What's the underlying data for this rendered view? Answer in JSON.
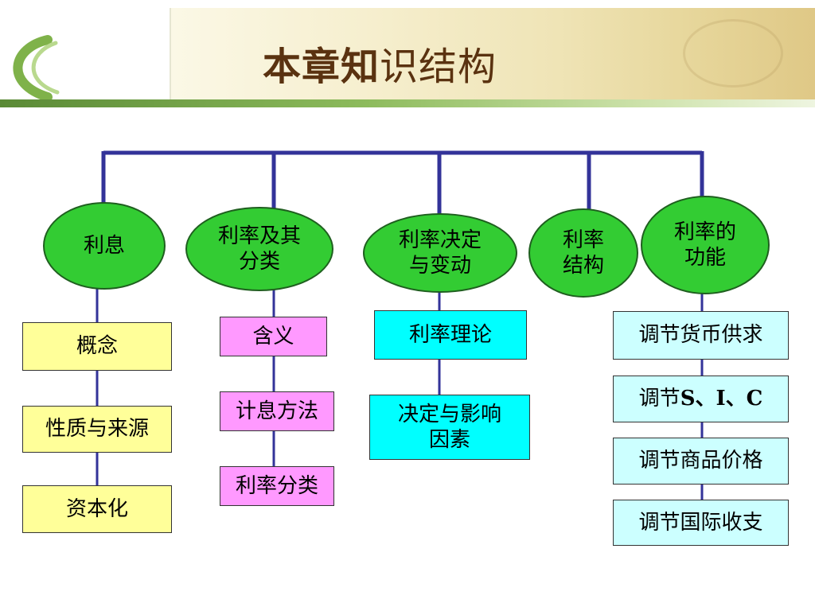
{
  "title": {
    "part1": "本章知",
    "part2": "识结构"
  },
  "categories": [
    {
      "label": "利息",
      "items": [
        "概念",
        "性质与来源",
        "资本化"
      ]
    },
    {
      "label": "利率及其分类",
      "line1": "利率及其",
      "line2": "分类",
      "items": [
        "含义",
        "计息方法",
        "利率分类"
      ]
    },
    {
      "label": "利率决定与变动",
      "line1": "利率决定",
      "line2": "与变动",
      "items": [
        "利率理论",
        "决定与影响因素"
      ],
      "item2_line1": "决定与影响",
      "item2_line2": "因素"
    },
    {
      "label": "利率结构",
      "line1": "利率",
      "line2": "结构",
      "items": []
    },
    {
      "label": "利率的功能",
      "line1": "利率的",
      "line2": "功能",
      "items": [
        "调节货币供求",
        "调节S、I、C",
        "调节商品价格",
        "调节国际收支"
      ],
      "item2_prefix": "调节",
      "item2_suffix": "S、I、C"
    }
  ],
  "colors": {
    "ellipse": "#33cc33",
    "connector": "#333399",
    "yellow": "#ffff99",
    "pink": "#ff99ff",
    "cyan": "#00ffff",
    "lightcyan": "#ccffff"
  }
}
